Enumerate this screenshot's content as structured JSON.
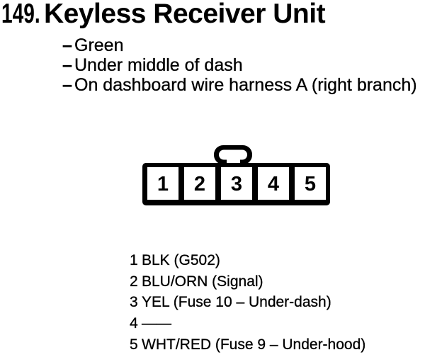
{
  "section": {
    "number": "149.",
    "title": "Keyless Receiver Unit"
  },
  "bullet_char": "–",
  "details": [
    {
      "text": "Green"
    },
    {
      "text": "Under middle of dash"
    },
    {
      "text": "On dashboard wire harness A (right branch)"
    }
  ],
  "connector": {
    "cells": [
      "1",
      "2",
      "3",
      "4",
      "5"
    ]
  },
  "pins": [
    {
      "num": "1",
      "desc": "BLK (G502)"
    },
    {
      "num": "2",
      "desc": "BLU/ORN (Signal)"
    },
    {
      "num": "3",
      "desc": "YEL (Fuse 10 – Under-dash)"
    },
    {
      "num": "4",
      "desc": "——"
    },
    {
      "num": "5",
      "desc": "WHT/RED (Fuse 9 – Under-hood)"
    }
  ]
}
